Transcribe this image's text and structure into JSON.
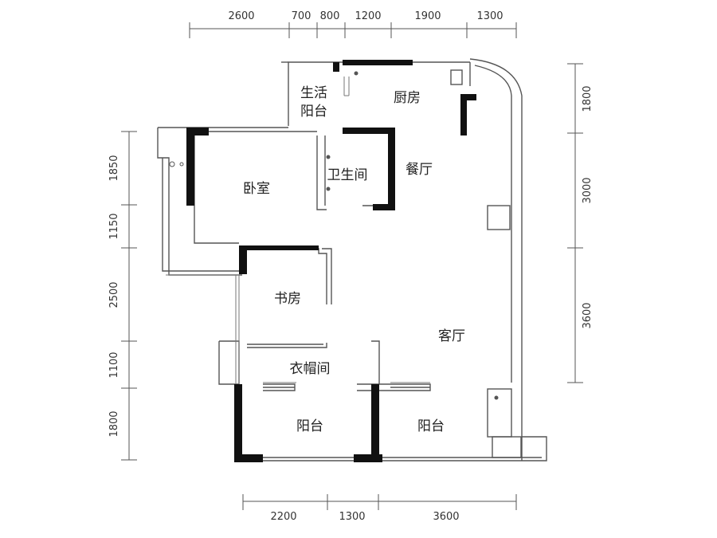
{
  "dimensions": {
    "top": [
      "2600",
      "700",
      "800",
      "1200",
      "1900",
      "1300"
    ],
    "bottom": [
      "2200",
      "1300",
      "3600"
    ],
    "left": [
      "1850",
      "1150",
      "2500",
      "1100",
      "1800"
    ],
    "right": [
      "1800",
      "3000",
      "3600"
    ]
  },
  "rooms": {
    "utility_balcony_line1": "生活",
    "utility_balcony_line2": "阳台",
    "kitchen": "厨房",
    "bedroom": "卧室",
    "bathroom": "卫生间",
    "dining": "餐厅",
    "study": "书房",
    "living": "客厅",
    "cloakroom": "衣帽间",
    "balcony_left": "阳台",
    "balcony_right": "阳台"
  }
}
